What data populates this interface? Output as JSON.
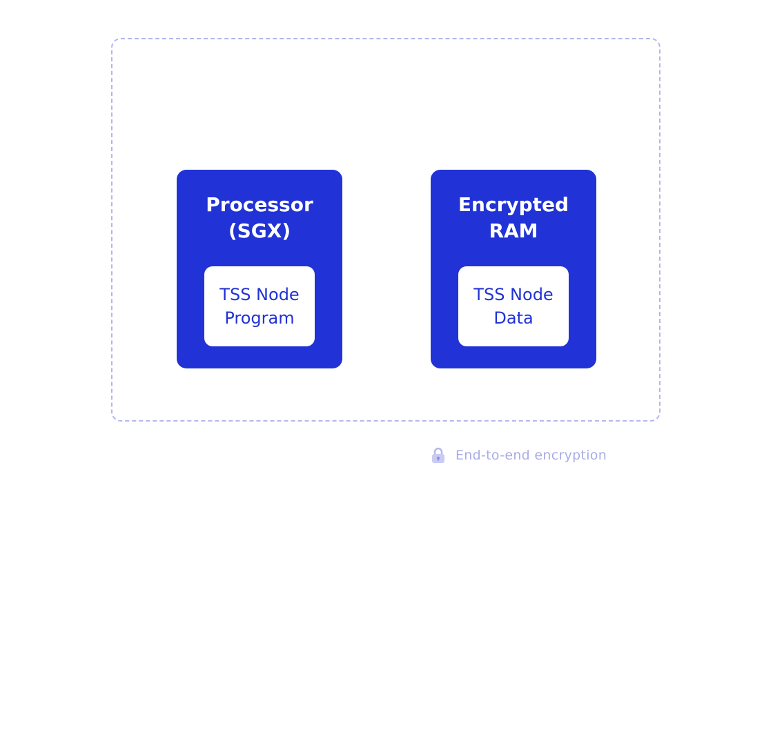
{
  "diagram": {
    "components": [
      {
        "title": "Processor\n(SGX)",
        "inner_label": "TSS Node\nProgram"
      },
      {
        "title": "Encrypted\nRAM",
        "inner_label": "TSS Node\nData"
      }
    ],
    "encryption_note": "End-to-end encryption",
    "icon": "lock-icon"
  },
  "colors": {
    "component_fill": "#2132d6",
    "enclave_border": "#b4b6ee",
    "note_text": "#a9abe6"
  }
}
